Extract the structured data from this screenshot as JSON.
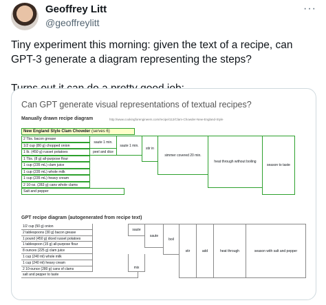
{
  "author": {
    "name": "Geoffrey Litt",
    "handle": "@geoffreylitt"
  },
  "more_label": "···",
  "tweet": {
    "paragraph_1": "Tiny experiment this morning: given the text of a recipe, can GPT-3 generate a diagram representing the steps?",
    "paragraph_2": "Turns out it can do a pretty good job:"
  },
  "image": {
    "title": "Can GPT generate visual representations of textual recipes?",
    "manual": {
      "label": "Manually drawn recipe diagram",
      "url": "http://www.cookingforengineers.com/recipe/112/Clam-Chowder-New-England-Style",
      "recipe_title": "New England Style Clam Chowder",
      "servings": "(serves 6)",
      "ingredients": [
        "2 Tbs. bacon grease",
        "1/2 cup (80 g) chopped onion",
        "1 lb. (450 g) russet potatoes",
        "1 Tbs. (8 g) all-purpose flour",
        "1 cup (235 mL) clam juice",
        "1 cup (235 mL) whole milk",
        "1 cup (235 mL) heavy cream",
        "2 10-oz. (283 g) cans whole clams",
        "Salt and pepper"
      ],
      "steps": {
        "saute_1min_a": "saute 1 min.",
        "saute_1min_b": "saute 1 min.",
        "peel_dice": "peel and dice",
        "stir_in": "stir in",
        "simmer": "simmer covered 20 min.",
        "heat": "heat through without boiling",
        "season": "season to taste"
      }
    },
    "gpt": {
      "label": "GPT recipe diagram (autogenerated from recipe text)",
      "ingredients": [
        "1/2 cup (50 g) onion",
        "2 tablespoons (30 g) bacon grease",
        "1 pound (450 g) diced russet potatoes",
        "1 tablespoon (15 g) all-purpose flour",
        "8 ounces (225 g) clam juice",
        "1 cup (240 ml) whole milk",
        "1 cup (240 ml) heavy cream",
        "2 10-ounce (280 g) cans of clams",
        "salt and pepper to taste"
      ],
      "steps": {
        "saute_a": "saute",
        "saute_b": "saute",
        "boil": "boil",
        "stir": "stir",
        "add": "add",
        "heat": "heat through",
        "season": "season with salt and pepper",
        "mix": "mix"
      }
    }
  },
  "colors": {
    "manual_border": "#2ca02c",
    "manual_title_bg": "#ffffc8",
    "gpt_border": "#888888"
  }
}
